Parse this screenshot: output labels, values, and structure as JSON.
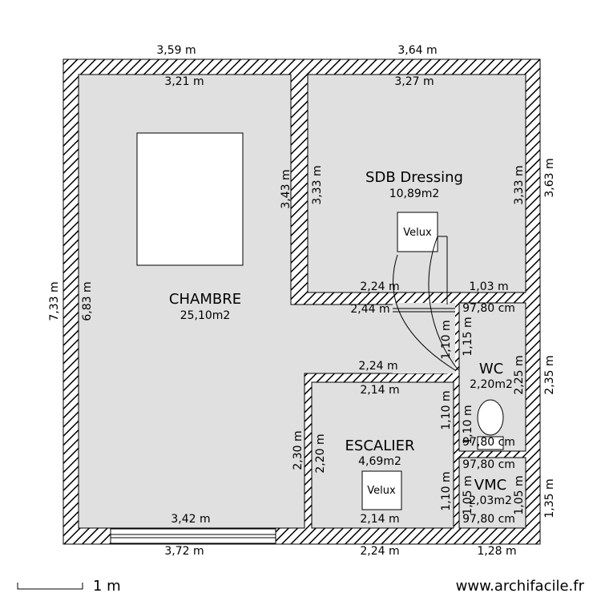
{
  "rooms": {
    "chambre": {
      "name": "CHAMBRE",
      "area": "25,10m2"
    },
    "sdb": {
      "name": "SDB Dressing",
      "area": "10,89m2"
    },
    "wc": {
      "name": "WC",
      "area": "2,20m2"
    },
    "escalier": {
      "name": "ESCALIER",
      "area": "4,69m2"
    },
    "vmc": {
      "name": "VMC",
      "area": "2,03m2"
    }
  },
  "velux_label": "Velux",
  "dims": {
    "top_left_outer": "3,59 m",
    "top_right_outer": "3,64 m",
    "chambre_top_inner": "3,21 m",
    "sdb_top_inner": "3,27 m",
    "left_outer": "7,33 m",
    "left_inner": "6,83 m",
    "wall_outer_343": "3,43 m",
    "sdb_left_inner": "3,33 m",
    "sdb_right_inner": "3,33 m",
    "right_outer_363": "3,63 m",
    "sdb_bottom_224": "2,24 m",
    "sdb_bottom_103": "1,03 m",
    "hall_244": "2,44 m",
    "wc_top": "97,80 cm",
    "hall_v_110": "1,10 m",
    "hall_v_115": "1,15 m",
    "esc_top_outer": "2,24 m",
    "esc_top_inner": "2,14 m",
    "wc_right_225": "2,25 m",
    "right_outer_235": "2,35 m",
    "esc_right_110a": "1,10 m",
    "esc_right_110b": "1,10 m",
    "wc_bottom": "97,80 cm",
    "vmc_top": "97,80 cm",
    "esc_left_outer": "2,30 m",
    "esc_left_inner": "2,20 m",
    "esc_right_110c": "1,10 m",
    "vmc_left_105": "1,05 m",
    "vmc_right_105": "1,05 m",
    "right_outer_135": "1,35 m",
    "chambre_bottom_inner": "3,42 m",
    "esc_bottom_inner": "2,14 m",
    "vmc_bottom": "97,80 cm",
    "bottom_left_outer": "3,72 m",
    "bottom_mid_outer": "2,24 m",
    "bottom_right_outer": "1,28 m"
  },
  "scale_label": "1 m",
  "watermark": "www.archifacile.fr"
}
